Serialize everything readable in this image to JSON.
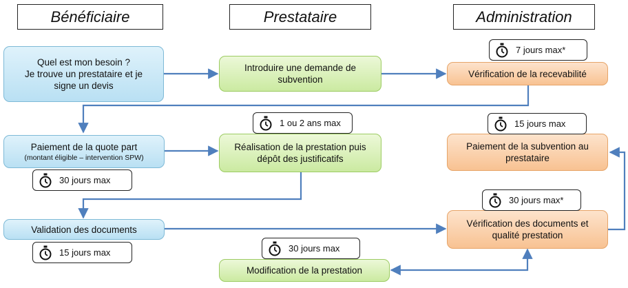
{
  "headers": {
    "beneficiaire": "Bénéficiaire",
    "prestataire": "Prestataire",
    "administration": "Administration"
  },
  "boxes": {
    "besoin": [
      "Quel est mon besoin ?",
      "Je trouve un prestataire et je",
      "signe un devis"
    ],
    "introduire": [
      "Introduire une demande de",
      "subvention"
    ],
    "verification_recevabilite": [
      "Vérification de la recevabilité"
    ],
    "paiement_quote_part": [
      "Paiement de la quote part"
    ],
    "paiement_quote_part_note": "(montant éligible – intervention SPW)",
    "realisation": [
      "Réalisation de la prestation puis",
      "dépôt des justificatifs"
    ],
    "paiement_subvention": [
      "Paiement de la subvention au",
      "prestataire"
    ],
    "validation": [
      "Validation des documents"
    ],
    "verification_documents": [
      "Vérification des documents et",
      "qualité prestation"
    ],
    "modification": [
      "Modification de la prestation"
    ]
  },
  "timers": {
    "recevabilite": "7 jours max*",
    "realisation": "1 ou 2 ans max",
    "paiement_subvention": "15 jours max",
    "quote_part": "30 jours max",
    "verification_documents": "30 jours max*",
    "validation": "15 jours max",
    "modification": "30 jours max"
  },
  "icons": {
    "timer": "stopwatch-icon"
  },
  "colors": {
    "beneficiaire_fill": "#b9e0f3",
    "prestataire_fill": "#cbeaa1",
    "administration_fill": "#f8c292",
    "arrow": "#4f7fbd"
  }
}
